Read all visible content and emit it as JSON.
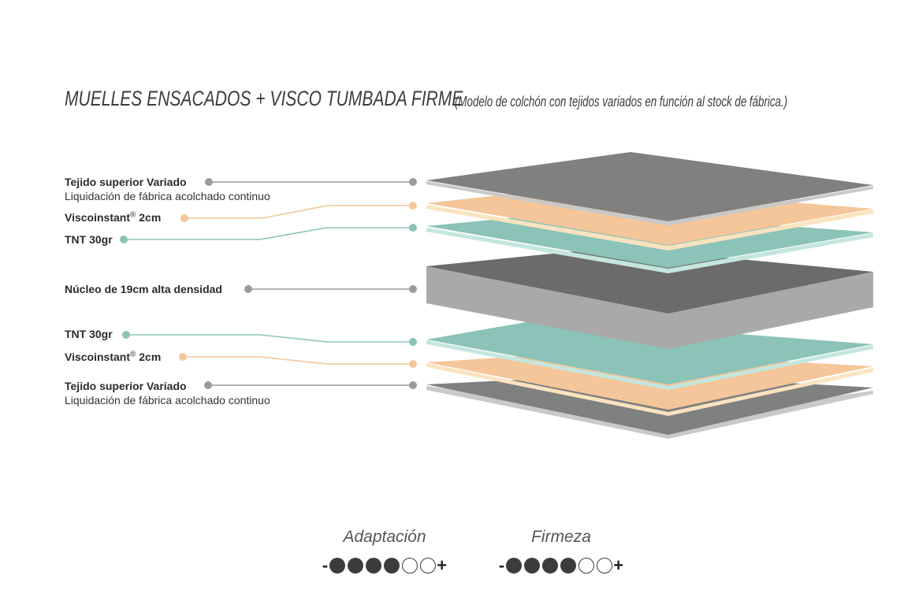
{
  "title": {
    "main": "MUELLES ENSACADOS + VISCO TUMBADA FIRME",
    "sub": "(Modelo de colchón con tejidos variados en función al stock de fábrica.)"
  },
  "labels": {
    "top_fabric": {
      "name": "Tejido superior Variado",
      "desc": "Liquidación de fábrica acolchado continuo"
    },
    "top_visco": {
      "name": "Viscoinstant",
      "mark": "®",
      "size": "2cm"
    },
    "top_tnt": {
      "name": "TNT 30gr"
    },
    "core": {
      "name": "Núcleo de 19cm alta densidad"
    },
    "bottom_tnt": {
      "name": "TNT 30gr"
    },
    "bottom_visco": {
      "name": "Viscoinstant",
      "mark": "®",
      "size": "2cm"
    },
    "bottom_fabric": {
      "name": "Tejido superior Variado",
      "desc": "Liquidación de fábrica acolchado continuo"
    }
  },
  "colors": {
    "fabric": "#808080",
    "visco": "#f4c699",
    "tnt": "#8bc3b8",
    "core_top": "#6b6b6b",
    "core_side": "#a9a9a9",
    "line_gray": "#9a9a9a",
    "line_orange": "#f2c79a",
    "line_teal": "#8cc3b9"
  },
  "ratings": [
    {
      "title": "Adaptación",
      "minus": "-",
      "plus": "+",
      "level": 4,
      "max": 6
    },
    {
      "title": "Firmeza",
      "minus": "-",
      "plus": "+",
      "level": 4,
      "max": 6
    }
  ]
}
